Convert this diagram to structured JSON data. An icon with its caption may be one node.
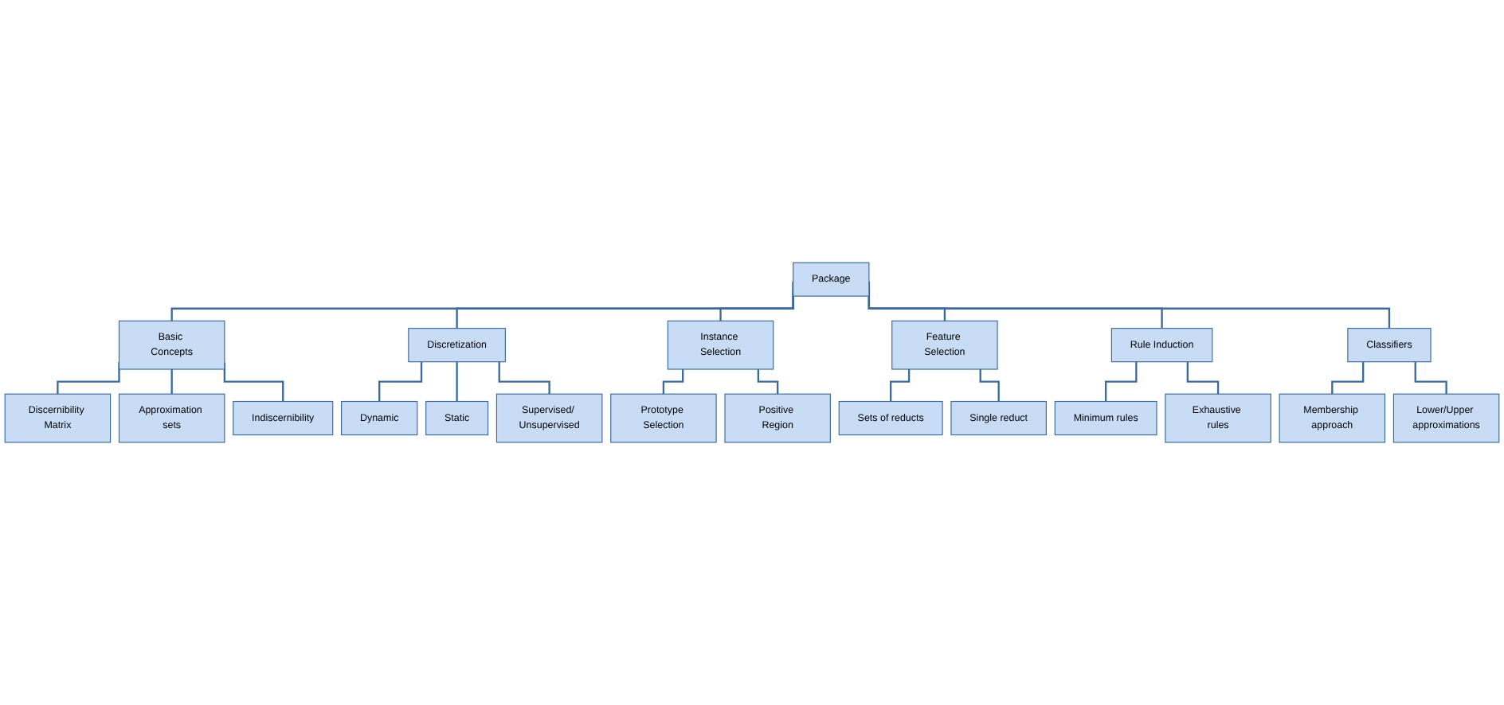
{
  "diagram": {
    "nodes": [
      {
        "text": [
          "Package"
        ]
      },
      {
        "text": [
          "Basic Concepts"
        ]
      },
      {
        "text": [
          "Discernibility Matrix"
        ]
      },
      {
        "text": [
          "Approximation sets"
        ]
      },
      {
        "text": [
          "Indiscernibility"
        ]
      },
      {
        "text": [
          "Discretization"
        ]
      },
      {
        "text": [
          "Dynamic"
        ]
      },
      {
        "text": [
          "Static"
        ]
      },
      {
        "text": [
          "Supervised/ Unsupervised"
        ]
      },
      {
        "text": [
          "Instance Selection"
        ]
      },
      {
        "text": [
          "Prototype Selection"
        ]
      },
      {
        "text": [
          "Positive Region"
        ]
      },
      {
        "text": [
          "Feature Selection"
        ]
      },
      {
        "text": [
          "Sets of reducts"
        ]
      },
      {
        "text": [
          "Single reduct"
        ]
      },
      {
        "text": [
          "Rule Induction"
        ]
      },
      {
        "text": [
          "Minimum rules"
        ]
      },
      {
        "text": [
          "Exhaustive rules"
        ]
      },
      {
        "text": [
          "Classifiers"
        ]
      },
      {
        "text": [
          "Membership approach"
        ]
      },
      {
        "text": [
          "Lower/Upper approximations"
        ]
      }
    ],
    "edges": [
      {
        "from": 0,
        "to": 1,
        "arrow": "none"
      },
      {
        "from": 0,
        "to": 5,
        "arrow": "none"
      },
      {
        "from": 0,
        "to": 9,
        "arrow": "none"
      },
      {
        "from": 0,
        "to": 12,
        "arrow": "none"
      },
      {
        "from": 0,
        "to": 15,
        "arrow": "none"
      },
      {
        "from": 0,
        "to": 18,
        "arrow": "none"
      },
      {
        "from": 1,
        "to": 2,
        "arrow": "none"
      },
      {
        "from": 1,
        "to": 3,
        "arrow": "none"
      },
      {
        "from": 1,
        "to": 4,
        "arrow": "none"
      },
      {
        "from": 5,
        "to": 6,
        "arrow": "none"
      },
      {
        "from": 5,
        "to": 7,
        "arrow": "none"
      },
      {
        "from": 5,
        "to": 8,
        "arrow": "none"
      },
      {
        "from": 9,
        "to": 10,
        "arrow": "none"
      },
      {
        "from": 9,
        "to": 11,
        "arrow": "none"
      },
      {
        "from": 12,
        "to": 13,
        "arrow": "none"
      },
      {
        "from": 12,
        "to": 14,
        "arrow": "none"
      },
      {
        "from": 15,
        "to": 16,
        "arrow": "none"
      },
      {
        "from": 15,
        "to": 17,
        "arrow": "none"
      },
      {
        "from": 18,
        "to": 19,
        "arrow": "none"
      },
      {
        "from": 18,
        "to": 20,
        "arrow": "none"
      }
    ]
  }
}
